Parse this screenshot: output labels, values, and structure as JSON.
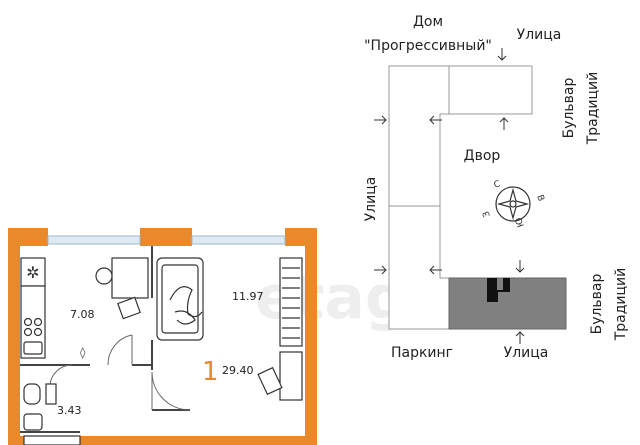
{
  "floorplan": {
    "area_kitchen": "7.08",
    "area_room": "11.97",
    "area_bath": "3.43",
    "room_count": "1",
    "area_total": "29.40",
    "watermark": "etagi",
    "colors": {
      "wall": "#E8892B",
      "window": "#BFD7EA",
      "furniture": "#333333"
    }
  },
  "site_plan": {
    "house_label_line1": "Дом",
    "house_label_line2": "\"Прогрессивный\"",
    "street_top": "Улица",
    "boulevard_top_line1": "Бульвар",
    "boulevard_top_line2": "Традиций",
    "yard": "Двор",
    "street_left": "Улица",
    "boulevard_bottom_line1": "Бульвар",
    "boulevard_bottom_line2": "Традиций",
    "parking": "Паркинг",
    "street_bottom": "Улица",
    "compass": {
      "n": "С",
      "e": "В",
      "s": "Ю",
      "w": "З"
    },
    "colors": {
      "highlight": "#808080",
      "outline": "#999999"
    }
  }
}
